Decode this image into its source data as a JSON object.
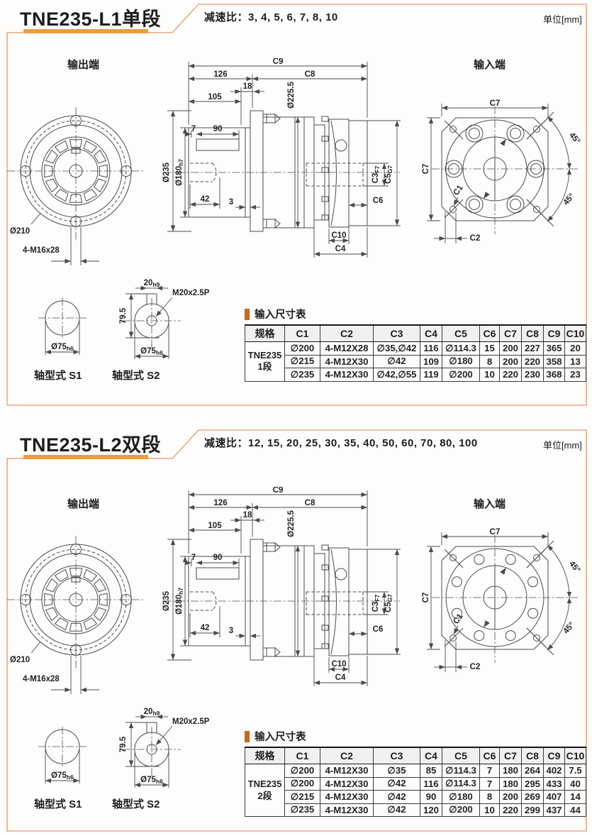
{
  "page": {
    "unit_label": "单位[mm]",
    "colors": {
      "accent": "#ED9C3E",
      "frame": "#E8A87E",
      "table_bar": "#C2691E"
    }
  },
  "drawing": {
    "output_end_title": "输出端",
    "input_end_title": "输入端",
    "shaft_s1_label": "轴型式 S1",
    "shaft_s2_label": "轴型式 S2",
    "dims": {
      "d210": "Ø210",
      "m16": "4-M16x28",
      "c9": "C9",
      "c8": "C8",
      "l126": "126",
      "l18": "18",
      "l105": "105",
      "d2255": "Ø225.5",
      "l7": "7",
      "l90": "90",
      "d235": "Ø235",
      "d180": "Ø180",
      "d180_tol": "h7",
      "l42": "42",
      "l3": "3",
      "c3": "C3",
      "c3_tol": "F7",
      "c5": "C5",
      "c5_tol": "G7",
      "c6": "C6",
      "c10": "C10",
      "c4": "C4",
      "c7": "C7",
      "a45": "45°",
      "c1": "C1",
      "c2": "C2",
      "d75": "Ø75",
      "d75_tol": "h6",
      "l20": "20",
      "l20_tol": "h9",
      "l795": "79.5",
      "m20": "M20x2.5P"
    }
  },
  "sections": [
    {
      "title": "TNE235-L1单段",
      "ratio_label": "减速比：3, 4, 5, 6, 7, 8, 10",
      "table": {
        "title": "输入尺寸表",
        "headers": [
          "规格",
          "C1",
          "C2",
          "C3",
          "C4",
          "C5",
          "C6",
          "C7",
          "C8",
          "C9",
          "C10"
        ],
        "group": [
          "TNE235",
          "1段"
        ],
        "rows": [
          [
            "∅200",
            "4-M12X28",
            "∅35,∅42",
            "116",
            "∅114.3",
            "15",
            "200",
            "227",
            "365",
            "20"
          ],
          [
            "∅215",
            "4-M12X30",
            "∅42",
            "109",
            "∅180",
            "8",
            "200",
            "220",
            "358",
            "13"
          ],
          [
            "∅235",
            "4-M12X30",
            "∅42,∅55",
            "119",
            "∅200",
            "10",
            "220",
            "230",
            "368",
            "23"
          ]
        ]
      }
    },
    {
      "title": "TNE235-L2双段",
      "ratio_label": "减速比：12, 15, 20, 25, 30, 35, 40, 50, 60, 70, 80, 100",
      "table": {
        "title": "输入尺寸表",
        "headers": [
          "规格",
          "C1",
          "C2",
          "C3",
          "C4",
          "C5",
          "C6",
          "C7",
          "C8",
          "C9",
          "C10"
        ],
        "group": [
          "TNE235",
          "2段"
        ],
        "rows": [
          [
            "∅200",
            "4-M12X30",
            "∅35",
            "85",
            "∅114.3",
            "7",
            "180",
            "264",
            "402",
            "7.5"
          ],
          [
            "∅200",
            "4-M12X30",
            "∅42",
            "116",
            "∅114.3",
            "7",
            "180",
            "295",
            "433",
            "40"
          ],
          [
            "∅215",
            "4-M12X30",
            "∅42",
            "90",
            "∅180",
            "8",
            "200",
            "269",
            "407",
            "14"
          ],
          [
            "∅235",
            "4-M12X30",
            "∅42",
            "120",
            "∅200",
            "10",
            "220",
            "299",
            "437",
            "44"
          ]
        ]
      }
    }
  ]
}
